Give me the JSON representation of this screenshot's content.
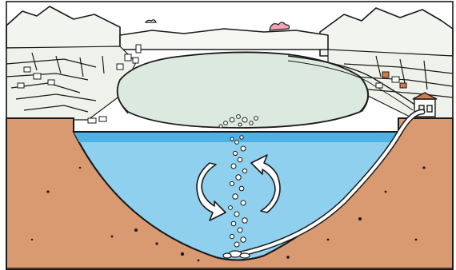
{
  "illustration": {
    "colors": {
      "sky": "#ffffff",
      "mountain_fill": "#f2f4ef",
      "outline": "#1a1a1a",
      "hill_green": "#e6eee3",
      "reservoir_surface": "#dbe9df",
      "soil": "#d99a71",
      "water_top": "#4fb2e3",
      "water": "#8fd0ef",
      "cloud_pink": "#f2a3b8",
      "pipe": "#ffffff",
      "house_roof": "#d77a4a"
    },
    "elements": [
      "mountains",
      "clouds",
      "village-houses",
      "terraced-fields",
      "reservoir-surface",
      "soil-cross-section",
      "underwater-basin",
      "bubble-column",
      "circulation-arrows",
      "air-supply-pipe",
      "pump-house"
    ]
  }
}
